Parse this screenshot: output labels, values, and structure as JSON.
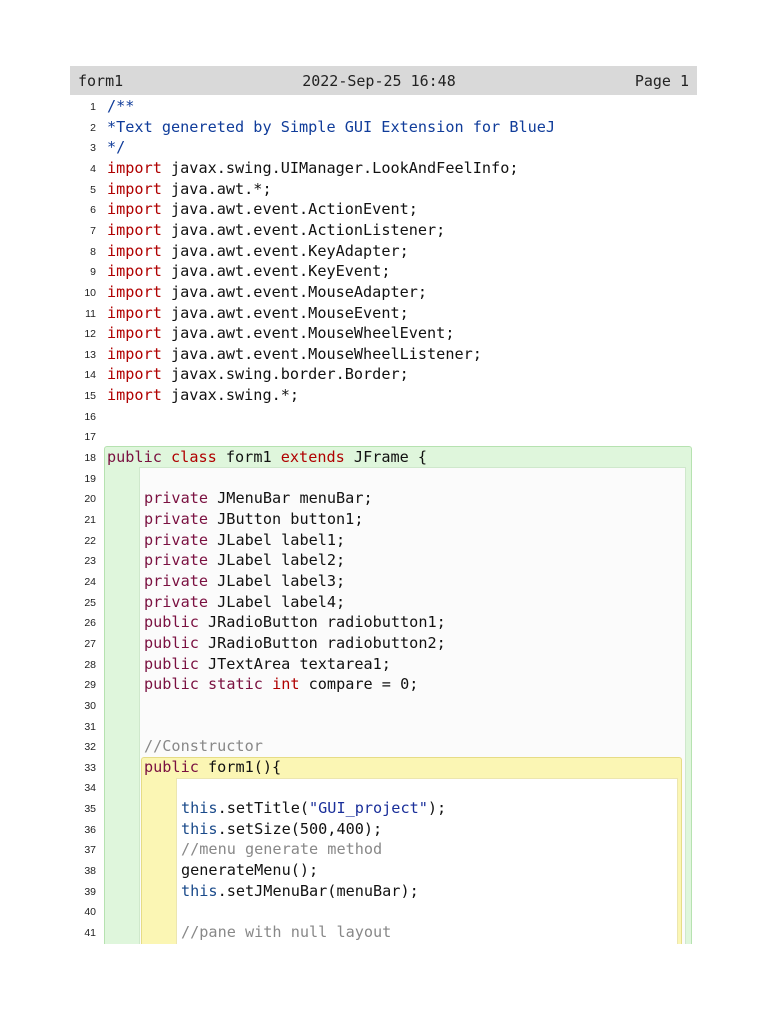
{
  "header": {
    "filename": "form1",
    "datetime": "2022-Sep-25 16:48",
    "page": "Page 1"
  },
  "colors": {
    "keyword": "#b00000",
    "modifier": "#7a1040",
    "doc_comment": "#103c9a",
    "comment": "#888888",
    "class_scope": "#dff6dc",
    "method_scope": "#fbf6b4"
  },
  "lines": [
    {
      "n": "1",
      "indent": 0,
      "parts": [
        {
          "t": "/**",
          "c": "cm"
        }
      ]
    },
    {
      "n": "2",
      "indent": 0,
      "parts": [
        {
          "t": "*Text genereted by Simple GUI Extension for BlueJ",
          "c": "cm"
        }
      ]
    },
    {
      "n": "3",
      "indent": 0,
      "parts": [
        {
          "t": "*/",
          "c": "cm"
        }
      ]
    },
    {
      "n": "4",
      "indent": 0,
      "parts": [
        {
          "t": "import",
          "c": "kw"
        },
        {
          "t": " javax.swing.UIManager.LookAndFeelInfo;",
          "c": ""
        }
      ]
    },
    {
      "n": "5",
      "indent": 0,
      "parts": [
        {
          "t": "import",
          "c": "kw"
        },
        {
          "t": " java.awt.*;",
          "c": ""
        }
      ]
    },
    {
      "n": "6",
      "indent": 0,
      "parts": [
        {
          "t": "import",
          "c": "kw"
        },
        {
          "t": " java.awt.event.ActionEvent;",
          "c": ""
        }
      ]
    },
    {
      "n": "7",
      "indent": 0,
      "parts": [
        {
          "t": "import",
          "c": "kw"
        },
        {
          "t": " java.awt.event.ActionListener;",
          "c": ""
        }
      ]
    },
    {
      "n": "8",
      "indent": 0,
      "parts": [
        {
          "t": "import",
          "c": "kw"
        },
        {
          "t": " java.awt.event.KeyAdapter;",
          "c": ""
        }
      ]
    },
    {
      "n": "9",
      "indent": 0,
      "parts": [
        {
          "t": "import",
          "c": "kw"
        },
        {
          "t": " java.awt.event.KeyEvent;",
          "c": ""
        }
      ]
    },
    {
      "n": "10",
      "indent": 0,
      "parts": [
        {
          "t": "import",
          "c": "kw"
        },
        {
          "t": " java.awt.event.MouseAdapter;",
          "c": ""
        }
      ]
    },
    {
      "n": "11",
      "indent": 0,
      "parts": [
        {
          "t": "import",
          "c": "kw"
        },
        {
          "t": " java.awt.event.MouseEvent;",
          "c": ""
        }
      ]
    },
    {
      "n": "12",
      "indent": 0,
      "parts": [
        {
          "t": "import",
          "c": "kw"
        },
        {
          "t": " java.awt.event.MouseWheelEvent;",
          "c": ""
        }
      ]
    },
    {
      "n": "13",
      "indent": 0,
      "parts": [
        {
          "t": "import",
          "c": "kw"
        },
        {
          "t": " java.awt.event.MouseWheelListener;",
          "c": ""
        }
      ]
    },
    {
      "n": "14",
      "indent": 0,
      "parts": [
        {
          "t": "import",
          "c": "kw"
        },
        {
          "t": " javax.swing.border.Border;",
          "c": ""
        }
      ]
    },
    {
      "n": "15",
      "indent": 0,
      "parts": [
        {
          "t": "import",
          "c": "kw"
        },
        {
          "t": " javax.swing.*;",
          "c": ""
        }
      ]
    },
    {
      "n": "16",
      "indent": 0,
      "parts": []
    },
    {
      "n": "17",
      "indent": 0,
      "parts": []
    },
    {
      "n": "18",
      "indent": 0,
      "parts": [
        {
          "t": "public",
          "c": "kw2"
        },
        {
          "t": " ",
          "c": ""
        },
        {
          "t": "class",
          "c": "kw"
        },
        {
          "t": " form1 ",
          "c": ""
        },
        {
          "t": "extends",
          "c": "kw"
        },
        {
          "t": " JFrame {",
          "c": ""
        }
      ]
    },
    {
      "n": "19",
      "indent": 1,
      "parts": []
    },
    {
      "n": "20",
      "indent": 1,
      "parts": [
        {
          "t": "private",
          "c": "kw2"
        },
        {
          "t": " JMenuBar menuBar;",
          "c": ""
        }
      ]
    },
    {
      "n": "21",
      "indent": 1,
      "parts": [
        {
          "t": "private",
          "c": "kw2"
        },
        {
          "t": " JButton button1;",
          "c": ""
        }
      ]
    },
    {
      "n": "22",
      "indent": 1,
      "parts": [
        {
          "t": "private",
          "c": "kw2"
        },
        {
          "t": " JLabel label1;",
          "c": ""
        }
      ]
    },
    {
      "n": "23",
      "indent": 1,
      "parts": [
        {
          "t": "private",
          "c": "kw2"
        },
        {
          "t": " JLabel label2;",
          "c": ""
        }
      ]
    },
    {
      "n": "24",
      "indent": 1,
      "parts": [
        {
          "t": "private",
          "c": "kw2"
        },
        {
          "t": " JLabel label3;",
          "c": ""
        }
      ]
    },
    {
      "n": "25",
      "indent": 1,
      "parts": [
        {
          "t": "private",
          "c": "kw2"
        },
        {
          "t": " JLabel label4;",
          "c": ""
        }
      ]
    },
    {
      "n": "26",
      "indent": 1,
      "parts": [
        {
          "t": "public",
          "c": "kw2"
        },
        {
          "t": " JRadioButton radiobutton1;",
          "c": ""
        }
      ]
    },
    {
      "n": "27",
      "indent": 1,
      "parts": [
        {
          "t": "public",
          "c": "kw2"
        },
        {
          "t": " JRadioButton radiobutton2;",
          "c": ""
        }
      ]
    },
    {
      "n": "28",
      "indent": 1,
      "parts": [
        {
          "t": "public",
          "c": "kw2"
        },
        {
          "t": " JTextArea textarea1;",
          "c": ""
        }
      ]
    },
    {
      "n": "29",
      "indent": 1,
      "parts": [
        {
          "t": "public",
          "c": "kw2"
        },
        {
          "t": " ",
          "c": ""
        },
        {
          "t": "static",
          "c": "kw2"
        },
        {
          "t": " ",
          "c": ""
        },
        {
          "t": "int",
          "c": "kw"
        },
        {
          "t": " compare = 0;",
          "c": ""
        }
      ]
    },
    {
      "n": "30",
      "indent": 1,
      "parts": []
    },
    {
      "n": "31",
      "indent": 1,
      "parts": []
    },
    {
      "n": "32",
      "indent": 1,
      "parts": [
        {
          "t": "//Constructor",
          "c": "gray"
        }
      ]
    },
    {
      "n": "33",
      "indent": 1,
      "parts": [
        {
          "t": "public",
          "c": "kw2"
        },
        {
          "t": " form1(){",
          "c": ""
        }
      ]
    },
    {
      "n": "34",
      "indent": 2,
      "parts": []
    },
    {
      "n": "35",
      "indent": 2,
      "parts": [
        {
          "t": "this",
          "c": "this"
        },
        {
          "t": ".setTitle(",
          "c": ""
        },
        {
          "t": "\"GUI_project\"",
          "c": "str"
        },
        {
          "t": ");",
          "c": ""
        }
      ]
    },
    {
      "n": "36",
      "indent": 2,
      "parts": [
        {
          "t": "this",
          "c": "this"
        },
        {
          "t": ".setSize(500,400);",
          "c": ""
        }
      ]
    },
    {
      "n": "37",
      "indent": 2,
      "parts": [
        {
          "t": "//menu generate method",
          "c": "gray"
        }
      ]
    },
    {
      "n": "38",
      "indent": 2,
      "parts": [
        {
          "t": "generateMenu();",
          "c": ""
        }
      ]
    },
    {
      "n": "39",
      "indent": 2,
      "parts": [
        {
          "t": "this",
          "c": "this"
        },
        {
          "t": ".setJMenuBar(menuBar);",
          "c": ""
        }
      ]
    },
    {
      "n": "40",
      "indent": 2,
      "parts": []
    },
    {
      "n": "41",
      "indent": 2,
      "parts": [
        {
          "t": "//pane with null layout",
          "c": "gray"
        }
      ]
    }
  ]
}
